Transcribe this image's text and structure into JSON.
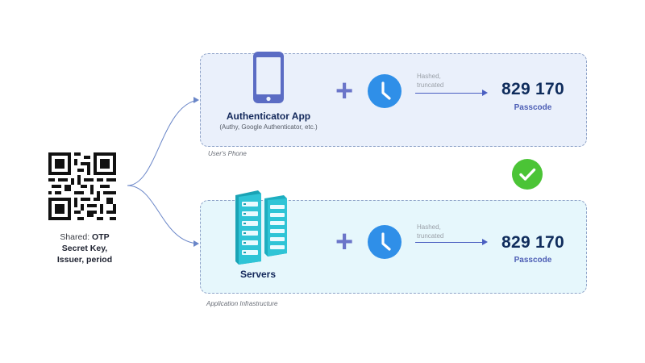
{
  "shared": {
    "prefix": "Shared: ",
    "otp": "OTP",
    "line2": "Secret Key,",
    "line3": "Issuer, period"
  },
  "phone_box": {
    "caption": "User's Phone",
    "title": "Authenticator App",
    "subtitle": "(Authy, Google Authenticator, etc.)",
    "hashed_line1": "Hashed,",
    "hashed_line2": "truncated",
    "passcode": "829 170",
    "passcode_label": "Passcode"
  },
  "infra_box": {
    "caption": "Application Infrastructure",
    "title": "Servers",
    "hashed_line1": "Hashed,",
    "hashed_line2": "truncated",
    "passcode": "829 170",
    "passcode_label": "Passcode"
  },
  "icons": {
    "qr": "qr-code-icon",
    "phone": "smartphone-icon",
    "servers": "server-rack-icon",
    "clock": "clock-icon",
    "plus": "plus-icon",
    "check": "checkmark-icon"
  },
  "colors": {
    "phone_box_bg": "#eaf0fb",
    "infra_box_bg": "#e6f7fc",
    "box_border": "#8fa3c8",
    "clock_blue": "#2f8fe8",
    "plus_purple": "#6b75c9",
    "server_teal": "#2fc4d6",
    "phone_purple": "#5b6cc4",
    "passcode_navy": "#0f2c5c",
    "check_green": "#4bc436"
  }
}
